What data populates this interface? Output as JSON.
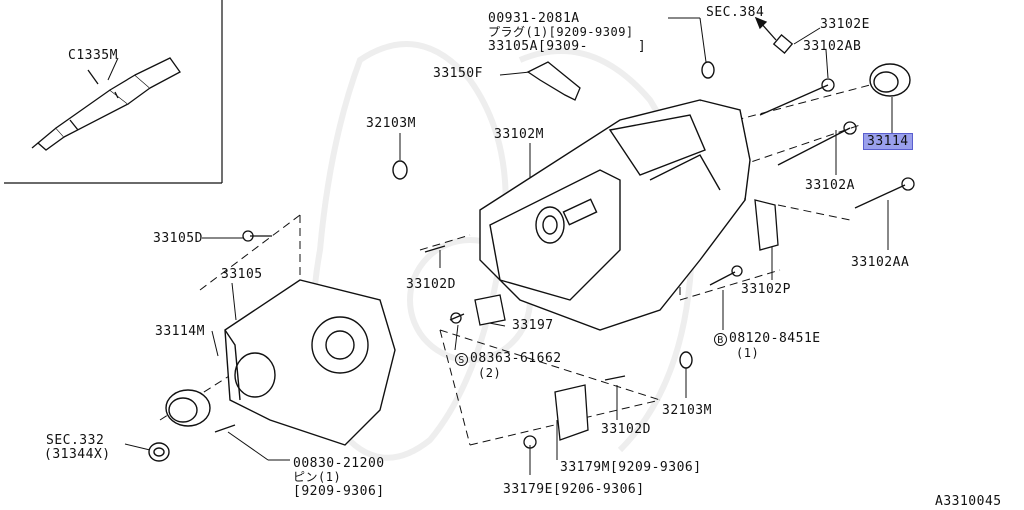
{
  "diagram_id": "A3310045",
  "callouts": {
    "c1335m": "C1335M",
    "p00931_a": "00931-2081A",
    "p00931_b": "プラグ(1)[9209-9309]",
    "p00931_c": "33105A[9309-      ]",
    "sec384": "SEC.384",
    "p33102e": "33102E",
    "p33102ab": "33102AB",
    "p33150f": "33150F",
    "p32103m_top": "32103M",
    "p33102m": "33102M",
    "p33114": "33114",
    "p33102a": "33102A",
    "p33102aa": "33102AA",
    "p33105d": "33105D",
    "p33105": "33105",
    "p33102d_left": "33102D",
    "p33102p": "33102P",
    "p33114m": "33114M",
    "p33197": "33197",
    "b08120_a": "08120-8451E",
    "b08120_b": "(1)",
    "b08120_mark": "B",
    "s08363_a": "08363-61662",
    "s08363_b": "(2)",
    "s08363_mark": "S",
    "p32103m_bot": "32103M",
    "sec332_a": "SEC.332",
    "sec332_b": "(31344X)",
    "p33102d_bot": "33102D",
    "p00830_a": "00830-21200",
    "p00830_b": "ピン(1)",
    "p00830_c": "[9209-9306]",
    "p33179m": "33179M[9209-9306]",
    "p33179e": "33179E[9206-9306]"
  },
  "highlight_color": "#9aa0ec"
}
